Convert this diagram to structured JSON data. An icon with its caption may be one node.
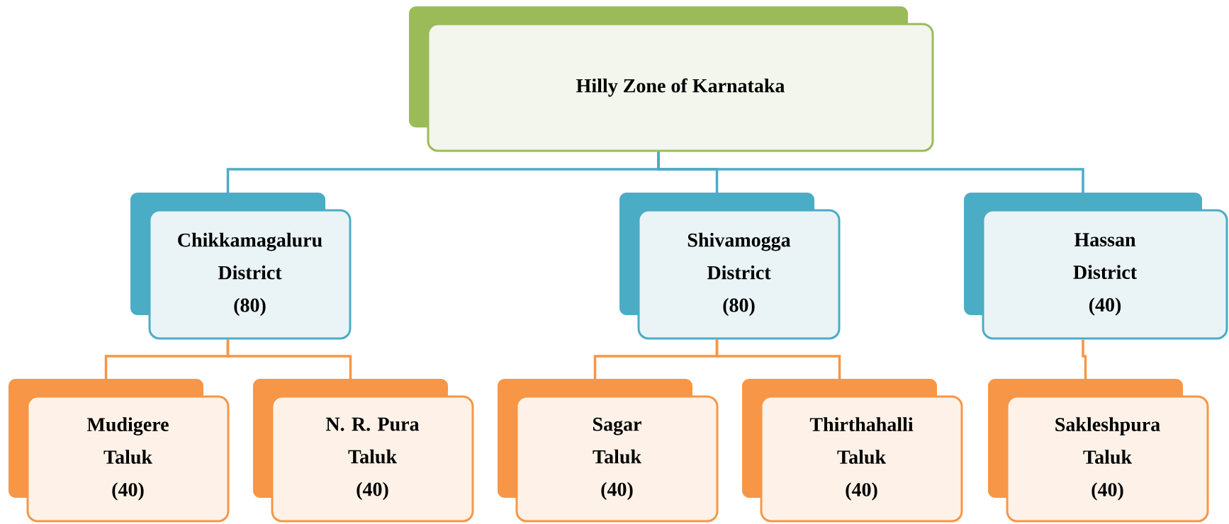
{
  "diagram": {
    "nodes": [
      {
        "text": [
          "Hilly Zone of Karnataka"
        ]
      },
      {
        "text": [
          "Chikkamagaluru District",
          "(80)"
        ]
      },
      {
        "text": [
          "Shivamogga District",
          "(80)"
        ]
      },
      {
        "text": [
          "Hassan District",
          "(40)"
        ]
      },
      {
        "text": [
          "Mudigere Taluk",
          "(40)"
        ]
      },
      {
        "text": [
          "N. R. Pura Taluk",
          "(40)"
        ]
      },
      {
        "text": [
          "Sagar Taluk",
          "(40)"
        ]
      },
      {
        "text": [
          "Thirthahalli Taluk",
          "(40)"
        ]
      },
      {
        "text": [
          "Sakleshpura Taluk",
          "(40)"
        ]
      }
    ],
    "edges": [
      {
        "from": 0,
        "to": 1,
        "arrow": "none",
        "color": "#4bacc6"
      },
      {
        "from": 0,
        "to": 2,
        "arrow": "none",
        "color": "#4bacc6"
      },
      {
        "from": 0,
        "to": 3,
        "arrow": "none",
        "color": "#4bacc6"
      },
      {
        "from": 1,
        "to": 4,
        "arrow": "none",
        "color": "#f79646"
      },
      {
        "from": 1,
        "to": 5,
        "arrow": "none",
        "color": "#f79646"
      },
      {
        "from": 2,
        "to": 6,
        "arrow": "none",
        "color": "#f79646"
      },
      {
        "from": 2,
        "to": 7,
        "arrow": "none",
        "color": "#f79646"
      },
      {
        "from": 3,
        "to": 8,
        "arrow": "none",
        "color": "#f79646"
      }
    ]
  }
}
